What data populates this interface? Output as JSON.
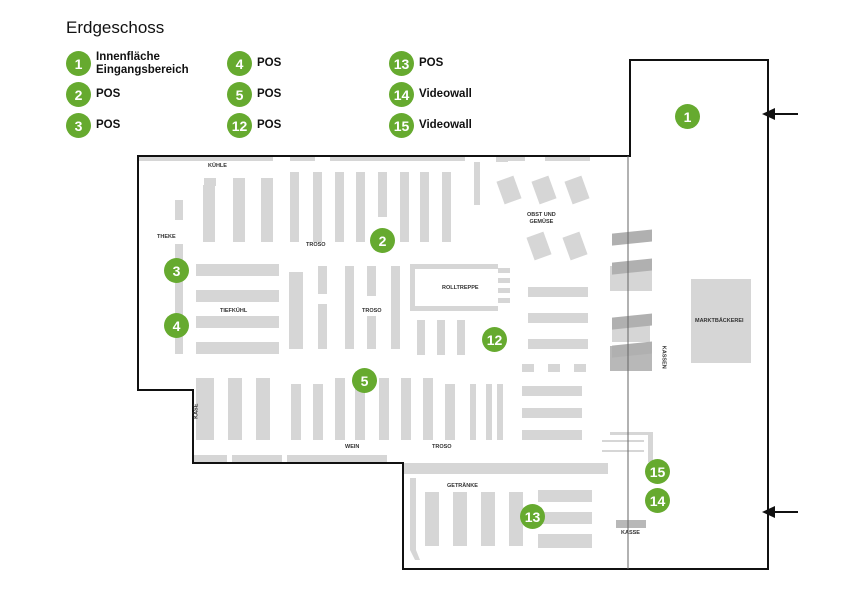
{
  "title": "Erdgeschoss",
  "accent_color": "#66aa2f",
  "legend": [
    {
      "num": "1",
      "label": "Innenfläche\nEingangsbereich"
    },
    {
      "num": "2",
      "label": "POS"
    },
    {
      "num": "3",
      "label": "POS"
    },
    {
      "num": "4",
      "label": "POS"
    },
    {
      "num": "5",
      "label": "POS"
    },
    {
      "num": "12",
      "label": "POS"
    },
    {
      "num": "13",
      "label": "POS"
    },
    {
      "num": "14",
      "label": "Videowall"
    },
    {
      "num": "15",
      "label": "Videowall"
    }
  ],
  "map_labels": {
    "kuehle": "KÜHLE",
    "theke": "THEKE",
    "troso": "TROSO",
    "obst": "OBST UND\nGEMÜSE",
    "rolltreppe": "ROLLTREPPE",
    "tiefkuehl": "TIEFKÜHL",
    "kaese": "KÄSE",
    "wein": "WEIN",
    "getraenke": "GETRÄNKE",
    "kassen": "KASSEN",
    "kasse": "KASSE",
    "marktbaeckerei": "MARKTBÄCKEREI"
  },
  "map_markers": [
    "1",
    "2",
    "3",
    "4",
    "5",
    "12",
    "13",
    "14",
    "15"
  ],
  "icons": [
    "entrance-arrow-icon",
    "entrance-arrow-icon"
  ]
}
